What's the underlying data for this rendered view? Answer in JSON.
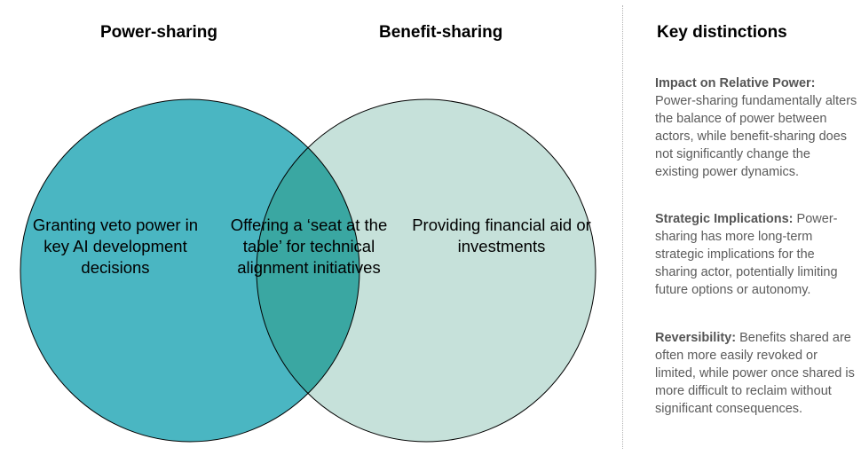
{
  "headings": {
    "left": "Power-sharing",
    "right": "Benefit-sharing",
    "key": "Key distinctions"
  },
  "venn": {
    "left_text": "Granting veto power in key AI development decisions",
    "overlap_text": "Offering a ‘seat at the table’ for technical alignment initiatives",
    "right_text": "Providing financial aid or investments",
    "colors": {
      "left": "#4ab6c2",
      "right": "#c6e1da",
      "overlap": "#3aa7a2",
      "stroke": "#000000"
    }
  },
  "distinctions": [
    {
      "title": "Impact on Relative Power:",
      "body": "Power-sharing fundamentally alters the balance of power between actors, while benefit-sharing does not significantly change the existing power dynamics."
    },
    {
      "title": "Strategic Implications:",
      "body": "Power-sharing has more long-term strategic implications for the sharing actor, potentially limiting future options or autonomy."
    },
    {
      "title": "Reversibility:",
      "body": "Benefits shared are often more easily revoked or limited, while power once shared is more difficult to reclaim without significant consequences."
    }
  ]
}
